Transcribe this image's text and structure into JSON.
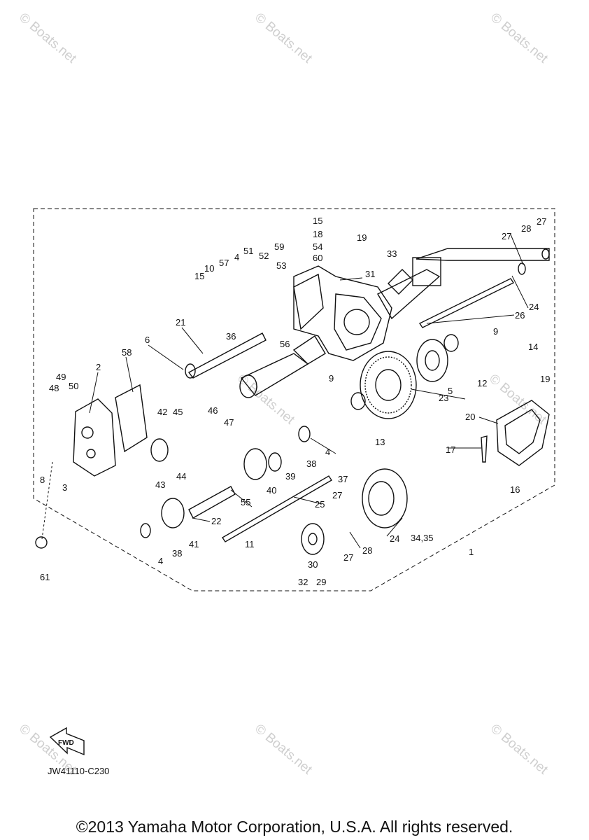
{
  "watermark": "© Boats.net",
  "diagram_code": "JW41110-C230",
  "fwd_label": "FWD",
  "copyright": "©2013 Yamaha Motor Corporation, U.S.A. All rights reserved.",
  "callouts": [
    {
      "id": "c15a",
      "text": "15"
    },
    {
      "id": "c18",
      "text": "18"
    },
    {
      "id": "c19a",
      "text": "19"
    },
    {
      "id": "c54",
      "text": "54"
    },
    {
      "id": "c60",
      "text": "60"
    },
    {
      "id": "c59",
      "text": "59"
    },
    {
      "id": "c51",
      "text": "51"
    },
    {
      "id": "c52",
      "text": "52"
    },
    {
      "id": "c53",
      "text": "53"
    },
    {
      "id": "c57",
      "text": "57"
    },
    {
      "id": "c4a",
      "text": "4"
    },
    {
      "id": "c10",
      "text": "10"
    },
    {
      "id": "c15b",
      "text": "15"
    },
    {
      "id": "c31",
      "text": "31"
    },
    {
      "id": "c33",
      "text": "33"
    },
    {
      "id": "c27a",
      "text": "27"
    },
    {
      "id": "c28a",
      "text": "28"
    },
    {
      "id": "c27b",
      "text": "27"
    },
    {
      "id": "c24a",
      "text": "24"
    },
    {
      "id": "c26",
      "text": "26"
    },
    {
      "id": "c21",
      "text": "21"
    },
    {
      "id": "c6",
      "text": "6"
    },
    {
      "id": "c56",
      "text": "56"
    },
    {
      "id": "c36",
      "text": "36"
    },
    {
      "id": "c9a",
      "text": "9"
    },
    {
      "id": "c14",
      "text": "14"
    },
    {
      "id": "c58",
      "text": "58"
    },
    {
      "id": "c2",
      "text": "2"
    },
    {
      "id": "c49",
      "text": "49"
    },
    {
      "id": "c48",
      "text": "48"
    },
    {
      "id": "c50",
      "text": "50"
    },
    {
      "id": "c9b",
      "text": "9"
    },
    {
      "id": "c12",
      "text": "12"
    },
    {
      "id": "c5",
      "text": "5"
    },
    {
      "id": "c19b",
      "text": "19"
    },
    {
      "id": "c23",
      "text": "23"
    },
    {
      "id": "c42",
      "text": "42"
    },
    {
      "id": "c45",
      "text": "45"
    },
    {
      "id": "c46",
      "text": "46"
    },
    {
      "id": "c47",
      "text": "47"
    },
    {
      "id": "c13",
      "text": "13"
    },
    {
      "id": "c20",
      "text": "20"
    },
    {
      "id": "c17",
      "text": "17"
    },
    {
      "id": "c4b",
      "text": "4"
    },
    {
      "id": "c38a",
      "text": "38"
    },
    {
      "id": "c39",
      "text": "39"
    },
    {
      "id": "c8",
      "text": "8"
    },
    {
      "id": "c3",
      "text": "3"
    },
    {
      "id": "c43",
      "text": "43"
    },
    {
      "id": "c44",
      "text": "44"
    },
    {
      "id": "c40",
      "text": "40"
    },
    {
      "id": "c37",
      "text": "37"
    },
    {
      "id": "c16",
      "text": "16"
    },
    {
      "id": "c55",
      "text": "55"
    },
    {
      "id": "c25",
      "text": "25"
    },
    {
      "id": "c27c",
      "text": "27"
    },
    {
      "id": "c22",
      "text": "22"
    },
    {
      "id": "c24b",
      "text": "24"
    },
    {
      "id": "c34",
      "text": "34,35"
    },
    {
      "id": "c41",
      "text": "41"
    },
    {
      "id": "c11",
      "text": "11"
    },
    {
      "id": "c28b",
      "text": "28"
    },
    {
      "id": "c1",
      "text": "1"
    },
    {
      "id": "c4c",
      "text": "4"
    },
    {
      "id": "c38b",
      "text": "38"
    },
    {
      "id": "c27d",
      "text": "27"
    },
    {
      "id": "c30",
      "text": "30"
    },
    {
      "id": "c32",
      "text": "32"
    },
    {
      "id": "c29",
      "text": "29"
    },
    {
      "id": "c61",
      "text": "61"
    }
  ]
}
